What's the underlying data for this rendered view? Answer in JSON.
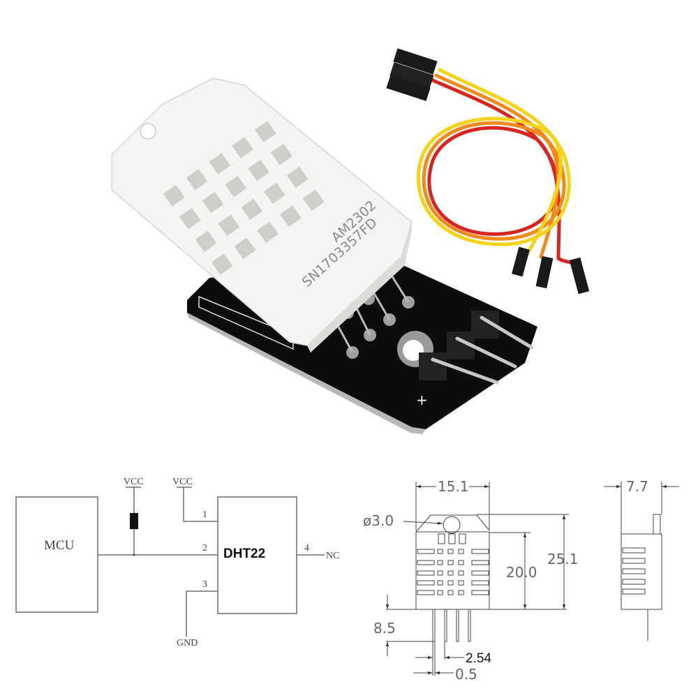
{
  "product_photo": {
    "sensor_model": "AM2302",
    "sensor_serial": "SN1703357FD",
    "pcb_plus": "+",
    "colors": {
      "sensor_body": "#f4f4f2",
      "pcb": "#0c0c0c",
      "wire_red": "#d8251f",
      "wire_orange": "#f08a1c",
      "wire_yellow": "#f6d21a",
      "connector": "#1a1a1a"
    }
  },
  "schematic": {
    "mcu_label": "MCU",
    "chip_label": "DHT22",
    "vcc_resistor": "VCC",
    "vcc_pin1": "VCC",
    "gnd": "GND",
    "nc": "NC",
    "pins": [
      "1",
      "2",
      "3",
      "4"
    ]
  },
  "dimensions": {
    "width": "15.1",
    "hole_diameter": "ø3.0",
    "body_height": "20.0",
    "total_height": "25.1",
    "pin_length": "8.5",
    "pin_pitch": "2.54",
    "pin_width": "0.5",
    "depth": "7.7"
  }
}
